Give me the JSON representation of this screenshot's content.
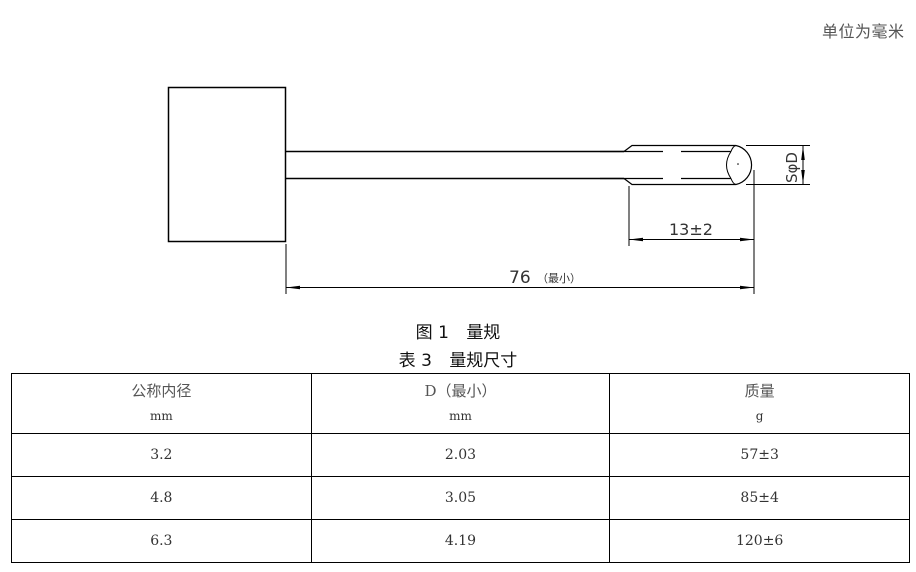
{
  "unit_note": "单位为毫米",
  "figure": {
    "caption_num": "图 1",
    "caption_title": "量规",
    "dimensions": {
      "total_length": "76",
      "total_length_note": "（最小）",
      "tip_length": "13±2",
      "tip_diameter": "SφD"
    }
  },
  "table": {
    "caption_num": "表 3",
    "caption_title": "量规尺寸",
    "headers": [
      {
        "label": "公称内径",
        "unit": "mm"
      },
      {
        "label": "D（最小）",
        "unit": "mm"
      },
      {
        "label": "质量",
        "unit": "g"
      }
    ],
    "rows": [
      [
        "3.2",
        "2.03",
        "57±3"
      ],
      [
        "4.8",
        "3.05",
        "85±4"
      ],
      [
        "6.3",
        "4.19",
        "120±6"
      ]
    ]
  }
}
